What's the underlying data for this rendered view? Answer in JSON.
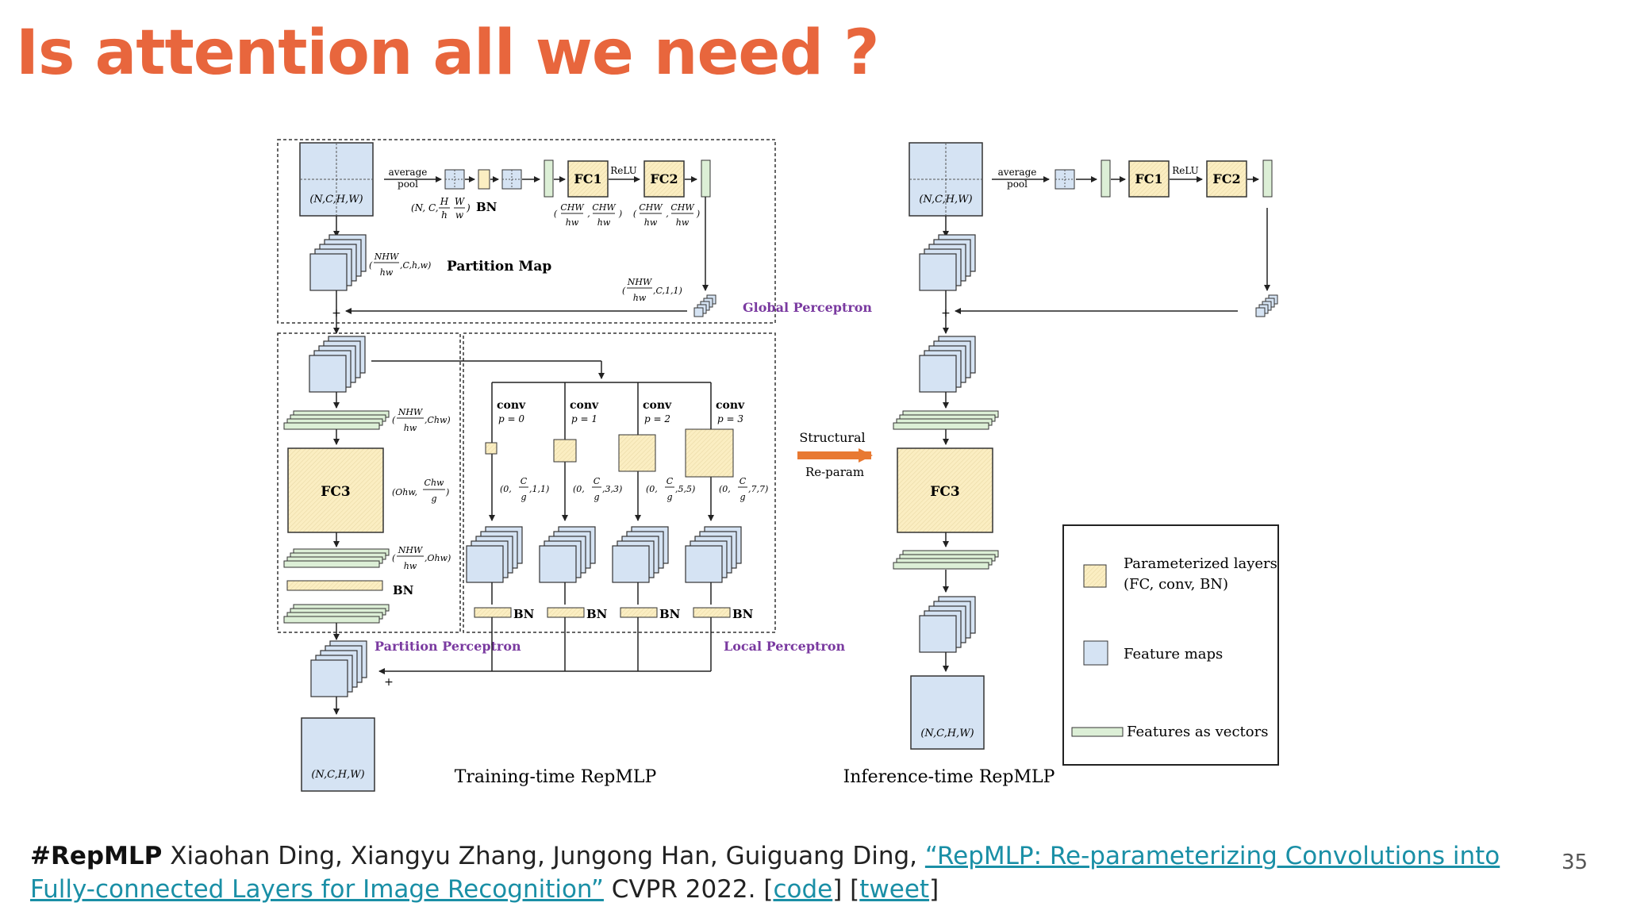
{
  "slide": {
    "title": "Is attention all we need ?",
    "page_number": "35"
  },
  "colors": {
    "title": "#e8663d",
    "feature_map_fill": "#d5e3f3",
    "param_layer_fill": "#fbeec2",
    "vector_fill": "#dcefd6",
    "perceptron_label": "#7a3aa0",
    "reparam_arrow": "#e87932",
    "link": "#1a8fa6"
  },
  "diagram": {
    "training_caption": "Training-time RepMLP",
    "inference_caption": "Inference-time RepMLP",
    "structural_label": "Structural",
    "reparam_label": "Re-param",
    "global_perceptron": "Global Perceptron",
    "partition_perceptron": "Partition Perceptron",
    "local_perceptron": "Local Perceptron",
    "partition_map": "Partition Map",
    "avg_pool_1": "average",
    "avg_pool_2": "pool",
    "relu": "ReLU",
    "fc1": "FC1",
    "fc2": "FC2",
    "fc3": "FC3",
    "bn": "BN",
    "nchw": "(N,C,H,W)",
    "pool_shape_a": "(N, C,",
    "pool_shape_num_1": "H",
    "pool_shape_den_1": "h",
    "pool_shape_num_2": "W",
    "pool_shape_den_2": "w",
    "fc_num": "CHW",
    "fc_den": "hw",
    "nhw": "NHW",
    "hw": "hw",
    "partition_shape_tail": ",C,h,w)",
    "global_shape_tail": ",C,1,1)",
    "chw_tail": ",Chw)",
    "ohw_tail": ",Ohw)",
    "fc3_shape_a": "(Ohw,",
    "fc3_shape_num": "Chw",
    "fc3_shape_den": "g",
    "conv": "conv",
    "conv_p": [
      "p = 0",
      "p = 1",
      "p = 2",
      "p = 3"
    ],
    "conv_shape_a": "(0,",
    "conv_c": "C",
    "conv_g": "g",
    "conv_kernels": [
      ",1,1)",
      ",3,3)",
      ",5,5)",
      ",7,7)"
    ],
    "plus": "+"
  },
  "legend": {
    "param_1": "Parameterized layers",
    "param_2": "(FC, conv, BN)",
    "feature_maps": "Feature maps",
    "vectors": "Features as vectors"
  },
  "citation": {
    "tag": "#RepMLP",
    "authors": " Xiaohan Ding, Xiangyu Zhang, Jungong Han, Guiguang Ding, ",
    "paper_link": "“RepMLP: Re-parameterizing Convolutions into Fully-connected Layers for Image Recognition”",
    "venue": " CVPR 2022. [",
    "code_link": "code",
    "middle": "] [",
    "tweet_link": "tweet",
    "end": "]"
  }
}
